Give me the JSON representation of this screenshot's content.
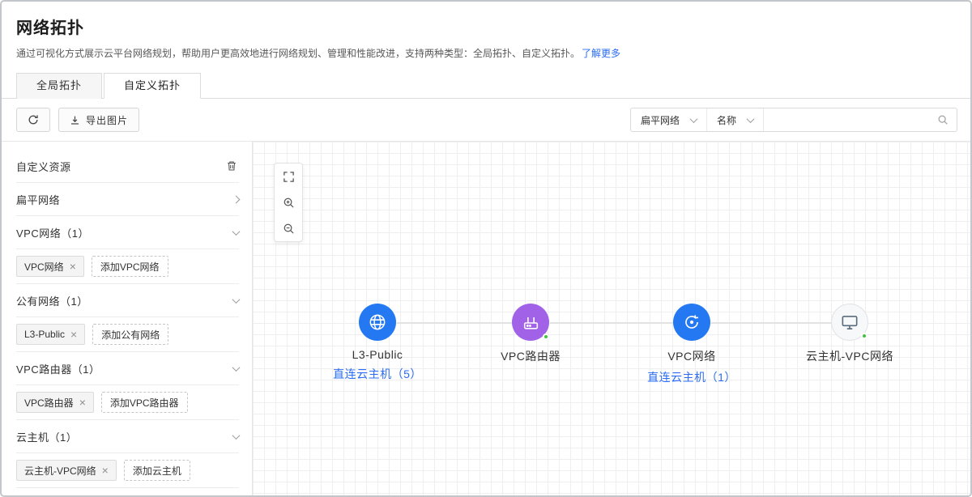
{
  "page": {
    "title": "网络拓扑",
    "description": "通过可视化方式展示云平台网络规划，帮助用户更高效地进行网络规划、管理和性能改进，支持两种类型：全局拓扑、自定义拓扑。",
    "learn_more": "了解更多"
  },
  "tabs": [
    {
      "label": "全局拓扑"
    },
    {
      "label": "自定义拓扑"
    }
  ],
  "toolbar": {
    "export_label": "导出图片",
    "network_type_filter": "扁平网络",
    "search_field_filter": "名称",
    "search_placeholder": ""
  },
  "sidebar": {
    "title": "自定义资源",
    "groups": [
      {
        "label": "扁平网络"
      },
      {
        "label": "VPC网络（1）",
        "tag": "VPC网络",
        "add_label": "添加VPC网络"
      },
      {
        "label": "公有网络（1）",
        "tag": "L3-Public",
        "add_label": "添加公有网络"
      },
      {
        "label": "VPC路由器（1）",
        "tag": "VPC路由器",
        "add_label": "添加VPC路由器"
      },
      {
        "label": "云主机（1）",
        "tag": "云主机-VPC网络",
        "add_label": "添加云主机"
      }
    ]
  },
  "canvas": {
    "nodes": [
      {
        "label": "L3-Public",
        "link": "直连云主机（5）",
        "color": "#2478f2",
        "online": false
      },
      {
        "label": "VPC路由器",
        "color": "#a162e8",
        "online": true
      },
      {
        "label": "VPC网络",
        "link": "直连云主机（1）",
        "color": "#2478f2",
        "online": false
      },
      {
        "label": "云主机-VPC网络",
        "color": "#f7f8fa",
        "online": true
      }
    ]
  },
  "icons": {
    "close": "×"
  },
  "colors": {
    "link": "#2a6cf5",
    "status_online": "#3fc43f",
    "node_blue": "#2478f2",
    "node_purple": "#a162e8"
  }
}
